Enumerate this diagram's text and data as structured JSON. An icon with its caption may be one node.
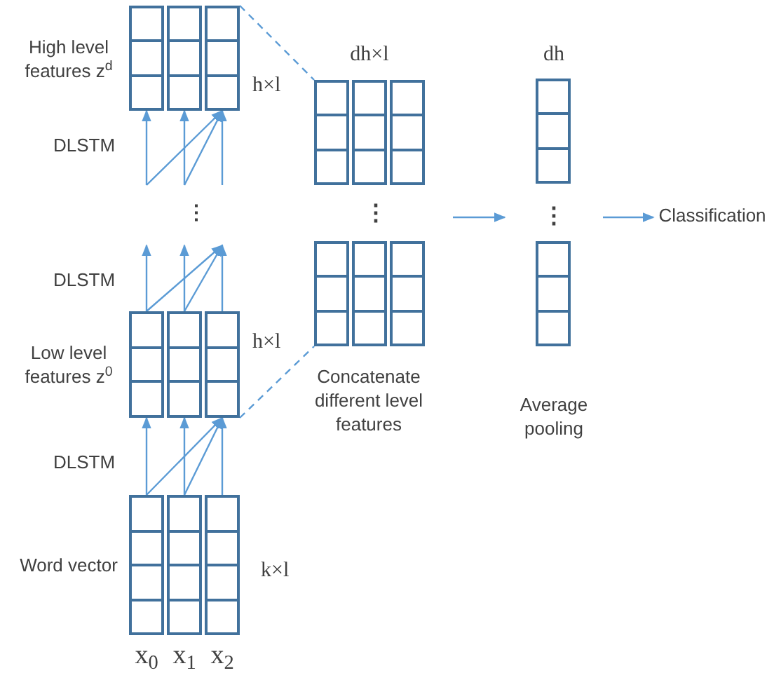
{
  "diagram": {
    "nodes": [
      {
        "text": [
          "High level features z$^{d}$"
        ],
        "beside": [
          "h×l"
        ]
      },
      {
        "text": [],
        "shape": "box",
        "in": 0
      },
      {
        "text": [],
        "shape": "box",
        "in": 0
      },
      {
        "text": [],
        "shape": "box",
        "in": 0
      },
      {
        "text": [
          "Low level features z$^{0}$"
        ],
        "beside": [
          "h×l"
        ]
      },
      {
        "text": [],
        "shape": "box",
        "in": 4
      },
      {
        "text": [],
        "shape": "box",
        "in": 4
      },
      {
        "text": [],
        "shape": "box",
        "in": 4
      },
      {
        "text": [
          "Word vector"
        ],
        "beside": [
          "k×l"
        ]
      },
      {
        "text": [],
        "shape": "box",
        "in": 8,
        "beside": [
          "x$_{0}$"
        ]
      },
      {
        "text": [],
        "shape": "box",
        "in": 8,
        "beside": [
          "x$_{1}$"
        ]
      },
      {
        "text": [],
        "shape": "box",
        "in": 8,
        "beside": [
          "x$_{2}$"
        ]
      },
      {
        "text": [],
        "shape": "box",
        "beside": [
          "dh×l"
        ]
      },
      {
        "text": [
          "⋮"
        ]
      },
      {
        "text": [],
        "shape": "box",
        "beside": [
          "Concatenate different level features"
        ]
      },
      {
        "text": [],
        "shape": "box",
        "beside": [
          "dh"
        ]
      },
      {
        "text": [
          "⋮"
        ]
      },
      {
        "text": [],
        "shape": "box",
        "beside": [
          "Average pooling"
        ]
      },
      {
        "text": [
          "Classification"
        ]
      }
    ],
    "edges": [
      {
        "from": 0,
        "to": 12,
        "arrow": "none",
        "style": "dashed"
      },
      {
        "from": 4,
        "to": 14,
        "arrow": "none",
        "style": "dashed"
      },
      {
        "from": 9,
        "to": 5,
        "arrow": "to"
      },
      {
        "from": 9,
        "to": 7,
        "arrow": "to"
      },
      {
        "from": 10,
        "to": 6,
        "arrow": "to"
      },
      {
        "from": 10,
        "to": 7,
        "arrow": "to"
      },
      {
        "from": 11,
        "to": 7,
        "arrow": "to"
      },
      {
        "from": 5,
        "to": null,
        "arrow": "to"
      },
      {
        "from": 5,
        "to": null,
        "arrow": "to"
      },
      {
        "from": 6,
        "to": null,
        "arrow": "to"
      },
      {
        "from": 6,
        "to": null,
        "arrow": "to"
      },
      {
        "from": 7,
        "to": null,
        "arrow": "to"
      },
      {
        "from": null,
        "to": 1,
        "arrow": "to"
      },
      {
        "from": null,
        "to": 3,
        "arrow": "to"
      },
      {
        "from": null,
        "to": 2,
        "arrow": "to"
      },
      {
        "from": null,
        "to": 3,
        "arrow": "to"
      },
      {
        "from": null,
        "to": 3,
        "arrow": "to"
      },
      {
        "from": null,
        "to": 16,
        "arrow": "to"
      },
      {
        "from": 16,
        "to": 18,
        "arrow": "to"
      }
    ],
    "labels": [
      "DLSTM",
      "⋮",
      "DLSTM",
      "DLSTM"
    ]
  }
}
